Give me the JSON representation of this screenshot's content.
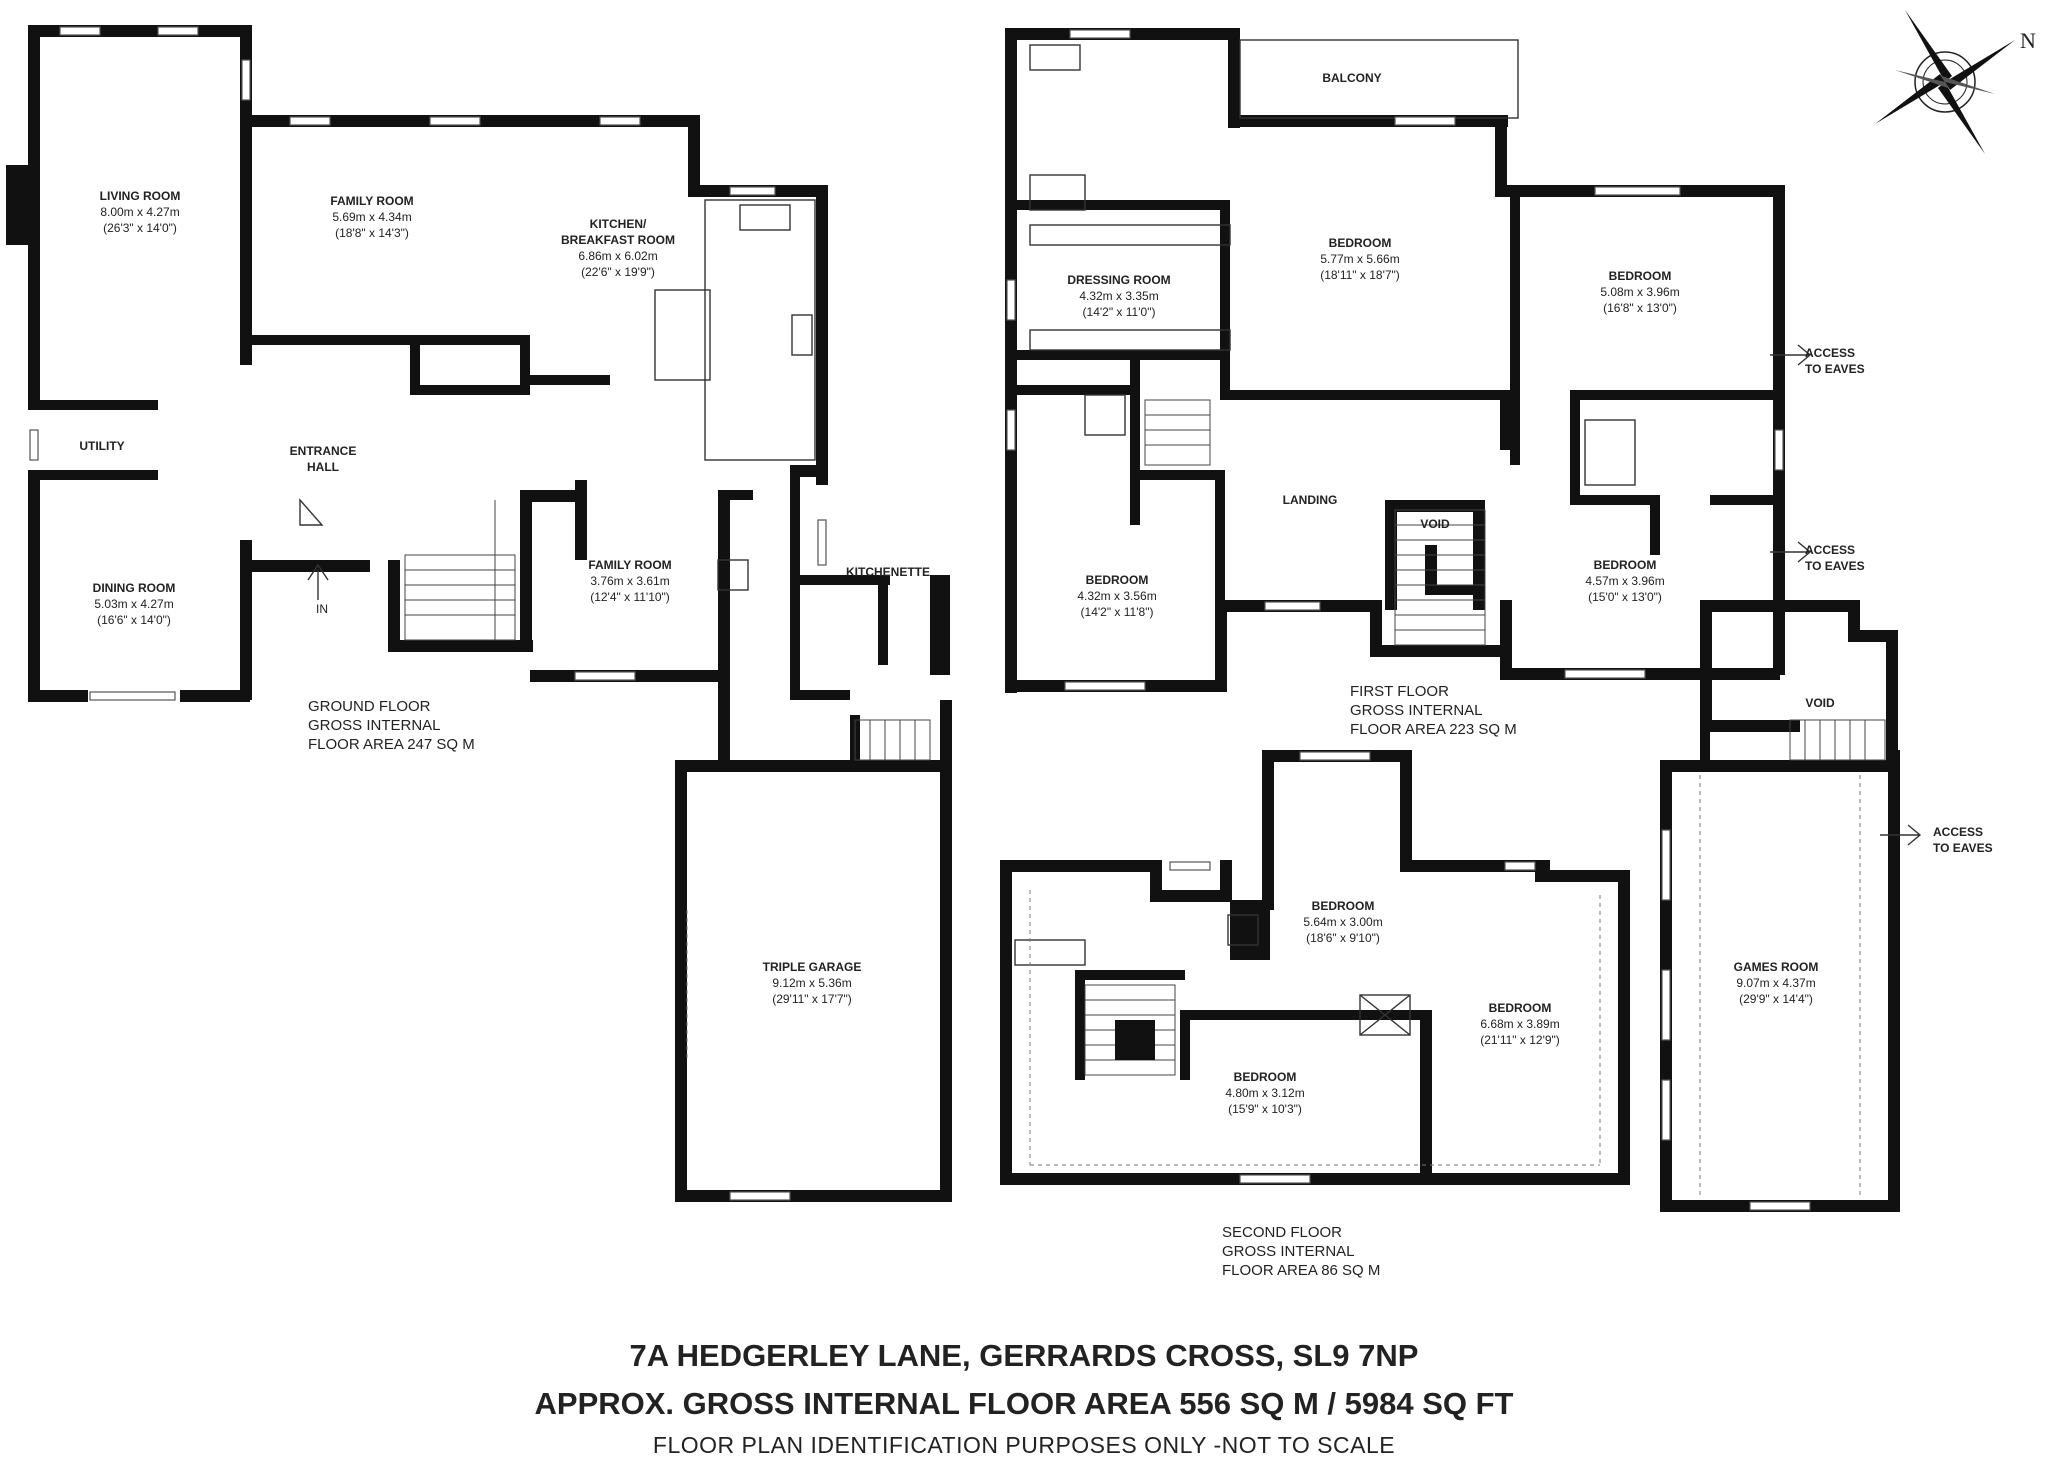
{
  "compass": {
    "north_label": "N"
  },
  "ground_floor": {
    "living_room": {
      "name": "LIVING ROOM",
      "metric": "8.00m x 4.27m",
      "imperial": "(26'3\" x 14'0\")"
    },
    "family_room_1": {
      "name": "FAMILY ROOM",
      "metric": "5.69m x 4.34m",
      "imperial": "(18'8\" x 14'3\")"
    },
    "kitchen": {
      "name_line1": "KITCHEN/",
      "name_line2": "BREAKFAST ROOM",
      "metric": "6.86m x 6.02m",
      "imperial": "(22'6\" x 19'9\")"
    },
    "utility": {
      "name": "UTILITY"
    },
    "entrance_hall": {
      "name_line1": "ENTRANCE",
      "name_line2": "HALL"
    },
    "dining_room": {
      "name": "DINING ROOM",
      "metric": "5.03m x 4.27m",
      "imperial": "(16'6\" x 14'0\")"
    },
    "family_room_2": {
      "name": "FAMILY ROOM",
      "metric": "3.76m x 3.61m",
      "imperial": "(12'4\" x 11'10\")"
    },
    "kitchenette": {
      "name": "KITCHENETTE"
    },
    "entry_marker": "IN",
    "triple_garage": {
      "name": "TRIPLE GARAGE",
      "metric": "9.12m x 5.36m",
      "imperial": "(29'11\" x 17'7\")"
    },
    "area_note": [
      "GROUND FLOOR",
      "GROSS INTERNAL",
      "FLOOR AREA 247 SQ M"
    ]
  },
  "first_floor": {
    "balcony": {
      "name": "BALCONY"
    },
    "dressing_room": {
      "name": "DRESSING ROOM",
      "metric": "4.32m x 3.35m",
      "imperial": "(14'2\" x 11'0\")"
    },
    "bedroom_master": {
      "name": "BEDROOM",
      "metric": "5.77m x 5.66m",
      "imperial": "(18'11\" x 18'7\")"
    },
    "bedroom_east": {
      "name": "BEDROOM",
      "metric": "5.08m x 3.96m",
      "imperial": "(16'8\" x 13'0\")"
    },
    "landing": {
      "name": "LANDING"
    },
    "void_1": {
      "name": "VOID"
    },
    "bedroom_sw": {
      "name": "BEDROOM",
      "metric": "4.32m x 3.56m",
      "imperial": "(14'2\" x 11'8\")"
    },
    "bedroom_se": {
      "name": "BEDROOM",
      "metric": "4.57m x 3.96m",
      "imperial": "(15'0\" x 13'0\")"
    },
    "access_eaves_1": [
      "ACCESS",
      "TO EAVES"
    ],
    "access_eaves_2": [
      "ACCESS",
      "TO EAVES"
    ],
    "void_2": {
      "name": "VOID"
    },
    "area_note": [
      "FIRST FLOOR",
      "GROSS INTERNAL",
      "FLOOR AREA 223 SQ M"
    ]
  },
  "second_floor": {
    "bedroom_top": {
      "name": "BEDROOM",
      "metric": "5.64m x 3.00m",
      "imperial": "(18'6\" x 9'10\")"
    },
    "bedroom_right": {
      "name": "BEDROOM",
      "metric": "6.68m x 3.89m",
      "imperial": "(21'11\" x 12'9\")"
    },
    "bedroom_bottom": {
      "name": "BEDROOM",
      "metric": "4.80m x 3.12m",
      "imperial": "(15'9\" x 10'3\")"
    },
    "area_note": [
      "SECOND FLOOR",
      "GROSS INTERNAL",
      "FLOOR AREA 86 SQ M"
    ]
  },
  "games_room": {
    "name": "GAMES ROOM",
    "metric": "9.07m x 4.37m",
    "imperial": "(29'9\" x 14'4\")"
  },
  "access_eaves_3": [
    "ACCESS",
    "TO EAVES"
  ],
  "footer": {
    "address": "7A HEDGERLEY LANE, GERRARDS CROSS, SL9 7NP",
    "area": "APPROX. GROSS INTERNAL FLOOR AREA 556 SQ M / 5984 SQ FT",
    "disclaimer": "FLOOR PLAN IDENTIFICATION PURPOSES ONLY -NOT TO SCALE"
  }
}
